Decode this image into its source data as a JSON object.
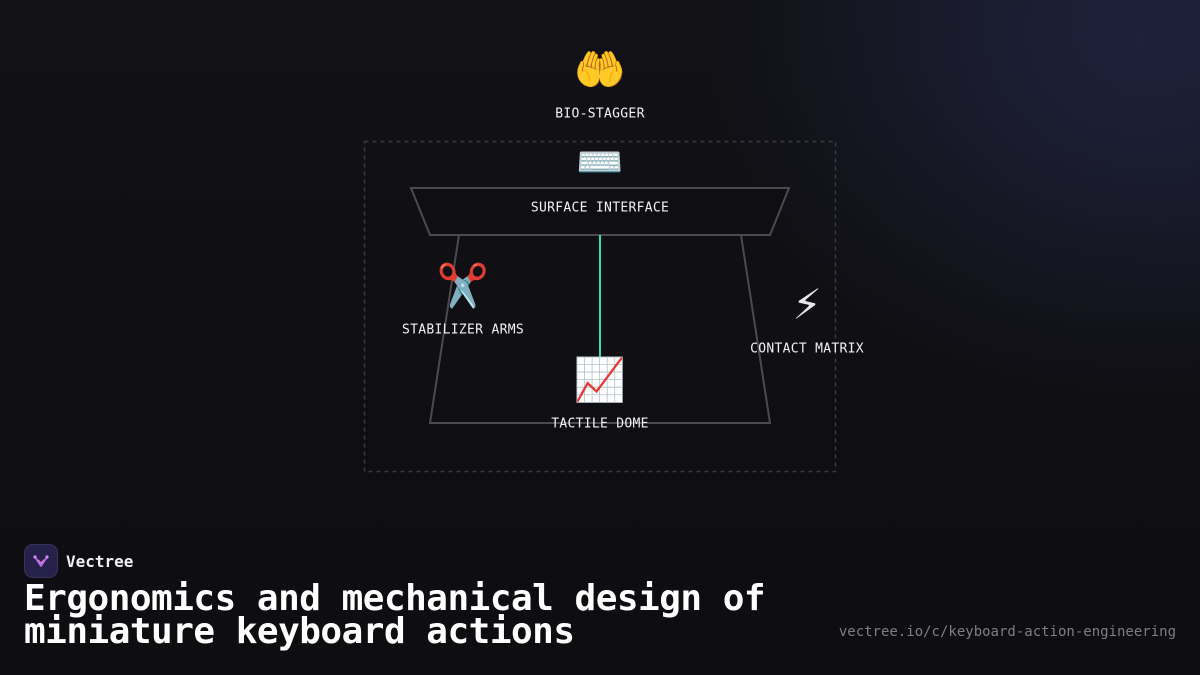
{
  "diagram": {
    "nodes": {
      "bio_stagger": {
        "icon": "🤲",
        "icon_name": "palms-up-hands-icon",
        "label": "BIO-STAGGER"
      },
      "keyboard": {
        "icon": "⌨️",
        "icon_name": "keyboard-icon"
      },
      "surface_interface": {
        "label": "SURFACE INTERFACE"
      },
      "stabilizer_arms": {
        "icon": "✂️",
        "icon_name": "scissors-icon",
        "label": "STABILIZER ARMS"
      },
      "contact_matrix": {
        "icon": "⚡",
        "icon_name": "lightning-icon",
        "label": "CONTACT MATRIX"
      },
      "tactile_dome": {
        "icon": "📈",
        "icon_name": "chart-increasing-icon",
        "label": "TACTILE DOME"
      }
    },
    "colors": {
      "connector": "#2ee0a8",
      "outline": "#4a4a50",
      "dashed_frame": "#3a3a40"
    }
  },
  "footer": {
    "brand_name": "Vectree",
    "title": "Ergonomics and mechanical design of miniature keyboard actions",
    "url": "vectree.io/c/keyboard-action-engineering"
  }
}
